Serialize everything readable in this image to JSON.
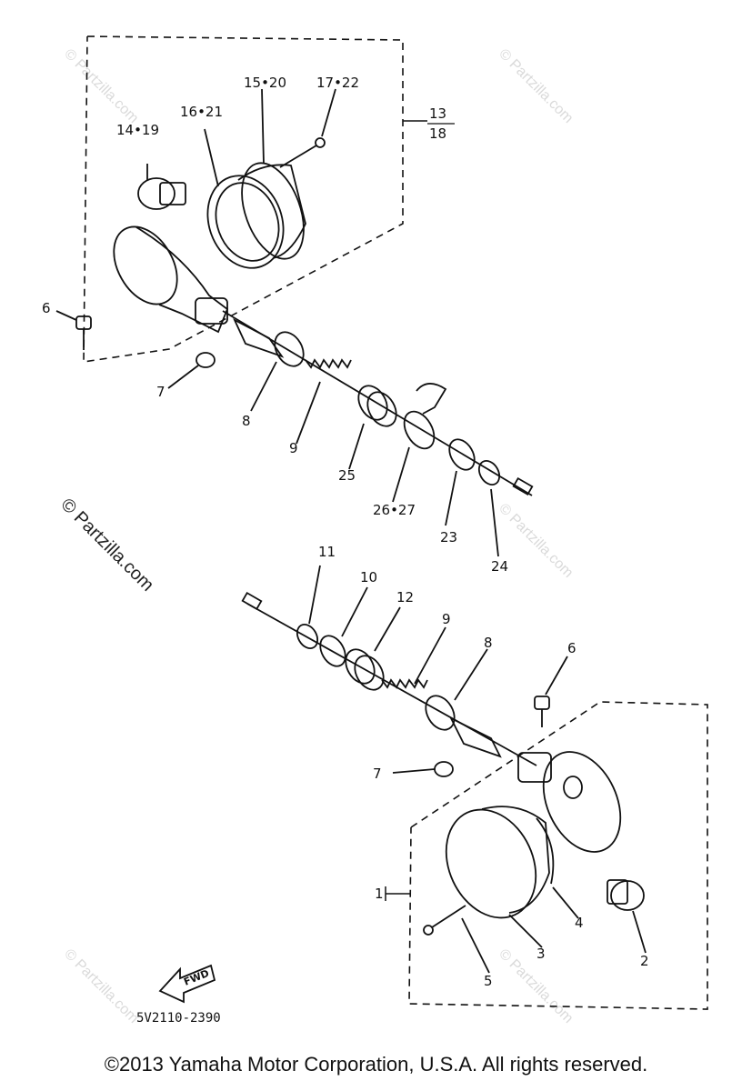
{
  "diagram": {
    "group_label_top": {
      "numerator": "13",
      "denominator": "18"
    },
    "group_label_bottom": "1",
    "part_labels_top": [
      "14•19",
      "16•21",
      "15•20",
      "17•22",
      "6",
      "7",
      "8",
      "9",
      "25",
      "26•27",
      "23",
      "24"
    ],
    "part_labels_bottom": [
      "11",
      "10",
      "12",
      "9",
      "8",
      "6",
      "7",
      "4",
      "3",
      "5",
      "2"
    ],
    "fwd_label": "FWD",
    "diagram_code": "5V2110-2390"
  },
  "watermarks": {
    "small": "© Partzilla.com",
    "large": "© Partzilla.com"
  },
  "footer": {
    "copyright": "©2013 Yamaha Motor Corporation, U.S.A. All rights reserved."
  },
  "colors": {
    "line": "#111111",
    "watermark": "#bbbbbb"
  }
}
